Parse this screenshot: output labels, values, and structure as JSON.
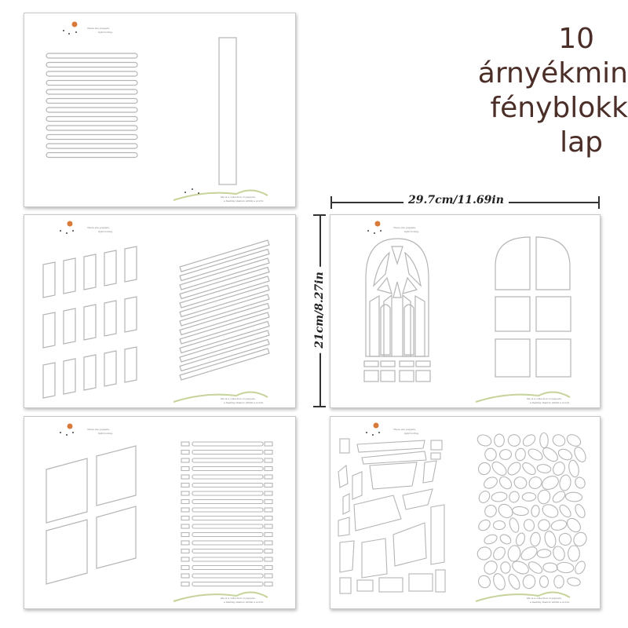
{
  "title_lines": [
    "10",
    "árnyékmin",
    "fényblokk",
    "lap"
  ],
  "dimensions": {
    "width_label": "29.7cm/11.69in",
    "height_label": "21cm/8.27in"
  },
  "sheet_caption": {
    "top_line1": "There are puppets,",
    "top_line2": "light boring.",
    "bottom_line1": "life is a collection of puppets,",
    "bottom_line2": "a fleeting shadow within a world."
  },
  "colors": {
    "title": "#4a2e27",
    "sheet_border": "#c8c8c8",
    "outline": "#b8b8b8"
  }
}
